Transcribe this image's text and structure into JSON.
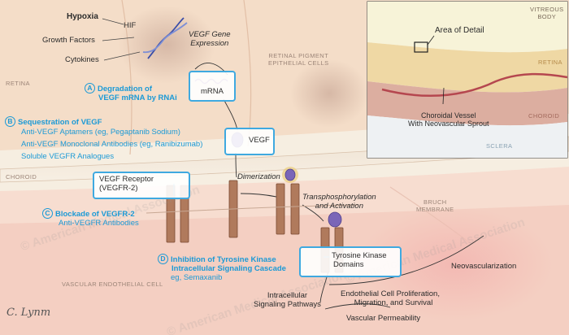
{
  "labels": {
    "retina": "RETINA",
    "hypoxia": "Hypoxia",
    "hif": "HIF",
    "growth_factors": "Growth Factors",
    "cytokines": "Cytokines",
    "vegf_gene": "VEGF Gene",
    "expression": "Expression",
    "rpe_line1": "RETINAL PIGMENT",
    "rpe_line2": "EPITHELIAL CELLS",
    "mrna": "mRNA",
    "vegf": "VEGF",
    "choroid": "CHOROID",
    "receptor_line1": "VEGF Receptor",
    "receptor_line2": "(VEGFR-2)",
    "dimerization": "Dimerization",
    "transphos_line1": "Transphosphorylation",
    "transphos_line2": "and Activation",
    "bruch_line1": "BRUCH",
    "bruch_line2": "MEMBRANE",
    "tk_line1": "Tyrosine Kinase",
    "tk_line2": "Domains",
    "vascular_endothelial": "VASCULAR ENDOTHELIAL CELL",
    "neovascularization": "Neovascularization",
    "intracellular_line1": "Intracellular",
    "intracellular_line2": "Signaling Pathways",
    "endo_line1": "Endothelial Cell Proliferation,",
    "endo_line2": "Migration, and Survival",
    "vascular_permeability": "Vascular Permeability",
    "signature": "C. Lynm"
  },
  "steps": {
    "a": {
      "letter": "A",
      "line1": "Degradation of",
      "line2": "VEGF mRNA by RNAi"
    },
    "b": {
      "letter": "B",
      "title": "Sequestration of VEGF",
      "items": [
        "Anti-VEGF Aptamers (eg, Pegaptanib Sodium)",
        "Anti-VEGF Monoclonal Antibodies (eg, Ranibizumab)",
        "Soluble VEGFR Analogues"
      ]
    },
    "c": {
      "letter": "C",
      "title": "Blockade of VEGFR-2",
      "sub": "Anti-VEGFR Antibodies"
    },
    "d": {
      "letter": "D",
      "line1": "Inhibition of Tyrosine Kinase",
      "line2": "Intracellular Signaling Cascade",
      "sub": "eg, Semaxanib"
    }
  },
  "inset": {
    "area_of_detail": "Area of Detail",
    "vitreous_line1": "VITREOUS",
    "vitreous_line2": "BODY",
    "retina": "RETINA",
    "choroid": "CHOROID",
    "sclera": "SCLERA",
    "vessel_line1": "Choroidal Vessel",
    "vessel_line2": "With Neovascular Sprout"
  },
  "watermark": "© American Medical Association",
  "colors": {
    "accent_blue": "#1c9ad6",
    "box_border": "#3fa9e0",
    "receptor": "#b07a5c",
    "vegf_purple": "#7a66b8"
  }
}
